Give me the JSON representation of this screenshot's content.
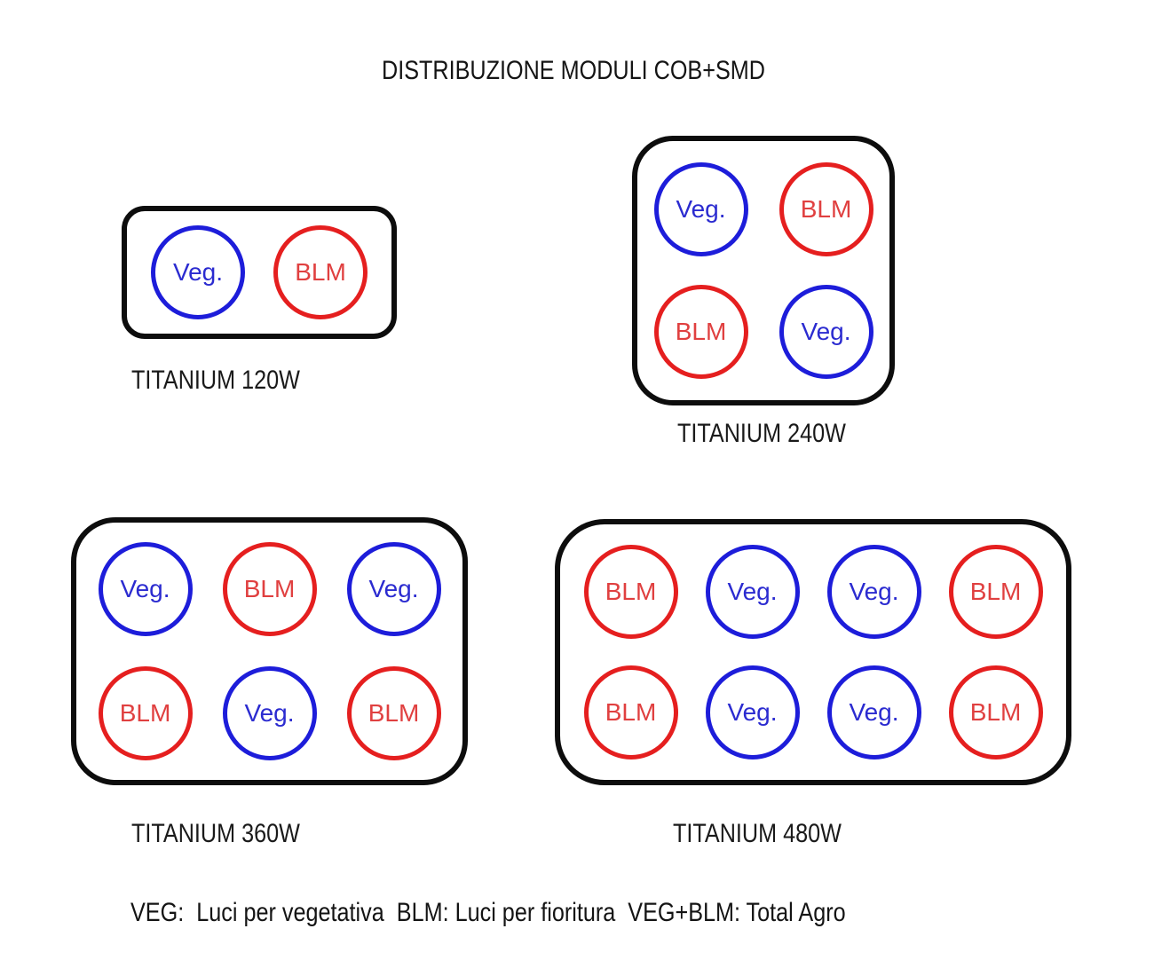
{
  "title": "DISTRIBUZIONE MODULI COB+SMD",
  "colors": {
    "veg_circle_blue": "#1d1dda",
    "veg_text_blue": "#2b2bd0",
    "blm_circle_red": "#e51f1f",
    "blm_text_red": "#e04040",
    "panel_border_black": "#0d0d0d"
  },
  "panels": [
    {
      "id": "titanium-120w",
      "label": "TITANIUM 120W",
      "columns": 2,
      "circles": [
        {
          "text": "Veg.",
          "type": "veg"
        },
        {
          "text": "BLM",
          "type": "blm"
        }
      ]
    },
    {
      "id": "titanium-240w",
      "label": "TITANIUM 240W",
      "columns": 2,
      "circles": [
        {
          "text": "Veg.",
          "type": "veg"
        },
        {
          "text": "BLM",
          "type": "blm"
        },
        {
          "text": "BLM",
          "type": "blm"
        },
        {
          "text": "Veg.",
          "type": "veg"
        }
      ]
    },
    {
      "id": "titanium-360w",
      "label": "TITANIUM 360W",
      "columns": 3,
      "circles": [
        {
          "text": "Veg.",
          "type": "veg"
        },
        {
          "text": "BLM",
          "type": "blm"
        },
        {
          "text": "Veg.",
          "type": "veg"
        },
        {
          "text": "BLM",
          "type": "blm"
        },
        {
          "text": "Veg.",
          "type": "veg"
        },
        {
          "text": "BLM",
          "type": "blm"
        }
      ]
    },
    {
      "id": "titanium-480w",
      "label": "TITANIUM 480W",
      "columns": 4,
      "circles": [
        {
          "text": "BLM",
          "type": "blm"
        },
        {
          "text": "Veg.",
          "type": "veg"
        },
        {
          "text": "Veg.",
          "type": "veg"
        },
        {
          "text": "BLM",
          "type": "blm"
        },
        {
          "text": "BLM",
          "type": "blm"
        },
        {
          "text": "Veg.",
          "type": "veg"
        },
        {
          "text": "Veg.",
          "type": "veg"
        },
        {
          "text": "BLM",
          "type": "blm"
        }
      ]
    }
  ],
  "legend": {
    "text": "VEG:  Luci per vegetativa  BLM: Luci per fioritura  VEG+BLM: Total Agro"
  }
}
